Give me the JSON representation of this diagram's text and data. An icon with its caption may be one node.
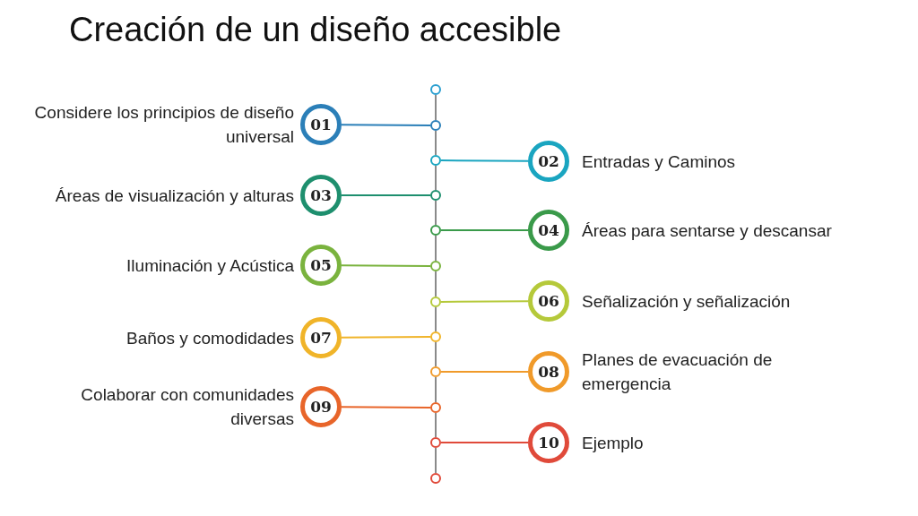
{
  "diagram": {
    "title": "Creación de un diseño accesible",
    "nodes": [
      {
        "text": [
          "01"
        ],
        "beside": [
          "Considere los principios de diseño universal"
        ]
      },
      {
        "text": [
          "02"
        ],
        "beside": [
          "Entradas y Caminos"
        ]
      },
      {
        "text": [
          "03"
        ],
        "beside": [
          "Áreas de visualización y alturas"
        ]
      },
      {
        "text": [
          "04"
        ],
        "beside": [
          "Áreas para sentarse y descansar"
        ]
      },
      {
        "text": [
          "05"
        ],
        "beside": [
          "Iluminación y Acústica"
        ]
      },
      {
        "text": [
          "06"
        ],
        "beside": [
          "Señalización y señalización"
        ]
      },
      {
        "text": [
          "07"
        ],
        "beside": [
          "Baños y comodidades"
        ]
      },
      {
        "text": [
          "08"
        ],
        "beside": [
          "Planes de evacuación de emergencia"
        ]
      },
      {
        "text": [
          "09"
        ],
        "beside": [
          "Colaborar con comunidades diversas"
        ]
      },
      {
        "text": [
          "10"
        ],
        "beside": [
          "Ejemplo"
        ]
      },
      {
        "text": [],
        "shape": "circle"
      },
      {
        "text": [],
        "shape": "circle"
      },
      {
        "text": [],
        "shape": "circle"
      },
      {
        "text": [],
        "shape": "circle"
      },
      {
        "text": [],
        "shape": "circle"
      },
      {
        "text": [],
        "shape": "circle"
      },
      {
        "text": [],
        "shape": "circle"
      },
      {
        "text": [],
        "shape": "circle"
      },
      {
        "text": [],
        "shape": "circle"
      },
      {
        "text": [],
        "shape": "circle"
      },
      {
        "text": [],
        "shape": "circle"
      },
      {
        "text": [],
        "shape": "circle"
      }
    ],
    "edges": [
      {
        "from": 10,
        "to": 11,
        "arrow": "none"
      },
      {
        "from": 11,
        "to": 12,
        "arrow": "none"
      },
      {
        "from": 12,
        "to": 13,
        "arrow": "none"
      },
      {
        "from": 13,
        "to": 14,
        "arrow": "none"
      },
      {
        "from": 14,
        "to": 15,
        "arrow": "none"
      },
      {
        "from": 15,
        "to": 16,
        "arrow": "none"
      },
      {
        "from": 16,
        "to": 17,
        "arrow": "none"
      },
      {
        "from": 17,
        "to": 18,
        "arrow": "none"
      },
      {
        "from": 18,
        "to": 19,
        "arrow": "none"
      },
      {
        "from": 19,
        "to": 20,
        "arrow": "none"
      },
      {
        "from": 20,
        "to": 21,
        "arrow": "none"
      },
      {
        "from": 0,
        "to": 11,
        "arrow": "none",
        "color": "#2b7fb8"
      },
      {
        "from": 1,
        "to": 12,
        "arrow": "none",
        "color": "#1aa5c0"
      },
      {
        "from": 2,
        "to": 13,
        "arrow": "none",
        "color": "#1e8f6e"
      },
      {
        "from": 3,
        "to": 14,
        "arrow": "none",
        "color": "#3a9a4a"
      },
      {
        "from": 4,
        "to": 15,
        "arrow": "none",
        "color": "#7ab33e"
      },
      {
        "from": 5,
        "to": 16,
        "arrow": "none",
        "color": "#b5c93a"
      },
      {
        "from": 6,
        "to": 17,
        "arrow": "none",
        "color": "#f0b429"
      },
      {
        "from": 7,
        "to": 18,
        "arrow": "none",
        "color": "#f09a2a"
      },
      {
        "from": 8,
        "to": 19,
        "arrow": "none",
        "color": "#e8652a"
      },
      {
        "from": 9,
        "to": 20,
        "arrow": "none",
        "color": "#e04a3a"
      }
    ]
  }
}
